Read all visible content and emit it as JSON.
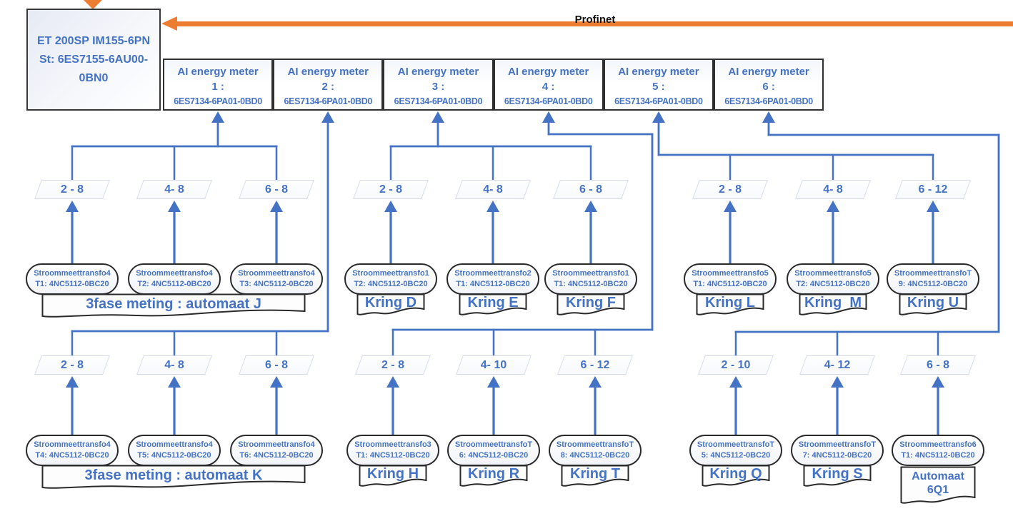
{
  "profinet": {
    "label": "Profinet"
  },
  "plc": {
    "label": "ET 200SP IM155-6PN St: 6ES7155-6AU00-0BN0"
  },
  "meters": [
    {
      "title": "AI energy meter",
      "index": "1 :",
      "code": "6ES7134-6PA01-0BD0"
    },
    {
      "title": "AI energy meter",
      "index": "2 :",
      "code": "6ES7134-6PA01-0BD0"
    },
    {
      "title": "AI energy meter",
      "index": "3 :",
      "code": "6ES7134-6PA01-0BD0"
    },
    {
      "title": "AI energy meter",
      "index": "4 :",
      "code": "6ES7134-6PA01-0BD0"
    },
    {
      "title": "AI energy meter",
      "index": "5 :",
      "code": "6ES7134-6PA01-0BD0"
    },
    {
      "title": "AI energy meter",
      "index": "6 :",
      "code": "6ES7134-6PA01-0BD0"
    }
  ],
  "groups": [
    {
      "modules": [
        "2 - 8",
        "4- 8",
        "6 - 8"
      ],
      "transfos": [
        {
          "name": "Stroommeettransfo4",
          "code": "T1: 4NC5112-0BC20"
        },
        {
          "name": "Stroommeettransfo4",
          "code": "T2: 4NC5112-0BC20"
        },
        {
          "name": "Stroommeettransfo4",
          "code": "T3: 4NC5112-0BC20"
        }
      ],
      "banners": [
        {
          "label": "3fase meting : automaat J"
        }
      ]
    },
    {
      "modules": [
        "2 - 8",
        "4- 8",
        "6 - 8"
      ],
      "transfos": [
        {
          "name": "Stroommeettransfo1",
          "code": "T2: 4NC5112-0BC20"
        },
        {
          "name": "Stroommeettransfo2",
          "code": "T1: 4NC5112-0BC20"
        },
        {
          "name": "Stroommeettransfo1",
          "code": "T1: 4NC5112-0BC20"
        }
      ],
      "banners": [
        {
          "label": "Kring D"
        },
        {
          "label": "Kring E"
        },
        {
          "label": "Kring F"
        }
      ]
    },
    {
      "modules": [
        "2 - 8",
        "4- 8",
        "6 - 12"
      ],
      "transfos": [
        {
          "name": "Stroommeettransfo5",
          "code": "T1: 4NC5112-0BC20"
        },
        {
          "name": "Stroommeettransfo5",
          "code": "T2: 4NC5112-0BC20"
        },
        {
          "name": "StroommeettransfoT",
          "code": "9: 4NC5112-0BC20"
        }
      ],
      "banners": [
        {
          "label": "Kring L"
        },
        {
          "label": "Kring  M"
        },
        {
          "label": "Kring U"
        }
      ]
    },
    {
      "modules": [
        "2 - 8",
        "4- 8",
        "6 - 8"
      ],
      "transfos": [
        {
          "name": "Stroommeettransfo4",
          "code": "T4: 4NC5112-0BC20"
        },
        {
          "name": "Stroommeettransfo4",
          "code": "T5: 4NC5112-0BC20"
        },
        {
          "name": "Stroommeettransfo4",
          "code": "T6: 4NC5112-0BC20"
        }
      ],
      "banners": [
        {
          "label": "3fase meting : automaat K"
        }
      ]
    },
    {
      "modules": [
        "2 - 8",
        "4- 10",
        "6 - 12"
      ],
      "transfos": [
        {
          "name": "Stroommeettransfo3",
          "code": "T1: 4NC5112-0BC20"
        },
        {
          "name": "StroommeettransfoT",
          "code": "6: 4NC5112-0BC20"
        },
        {
          "name": "StroommeettransfoT",
          "code": "8: 4NC5112-0BC20"
        }
      ],
      "banners": [
        {
          "label": "Kring H"
        },
        {
          "label": "Kring R"
        },
        {
          "label": "Kring T"
        }
      ]
    },
    {
      "modules": [
        "2 - 10",
        "4- 12",
        "6 - 8"
      ],
      "transfos": [
        {
          "name": "StroommeettransfoT",
          "code": "5: 4NC5112-0BC20"
        },
        {
          "name": "StroommeettransfoT",
          "code": "7: 4NC5112-0BC20"
        },
        {
          "name": "Stroommeettransfo6",
          "code": "T1: 4NC5112-0BC20"
        }
      ],
      "banners": [
        {
          "label": "Kring Q"
        },
        {
          "label": "Kring S"
        },
        {
          "label": "Automaat\n6Q1"
        }
      ]
    }
  ],
  "colors": {
    "profinet_orange": "#ED7D31",
    "node_blue": "#4472C4",
    "connector_blue": "#4472C4"
  }
}
